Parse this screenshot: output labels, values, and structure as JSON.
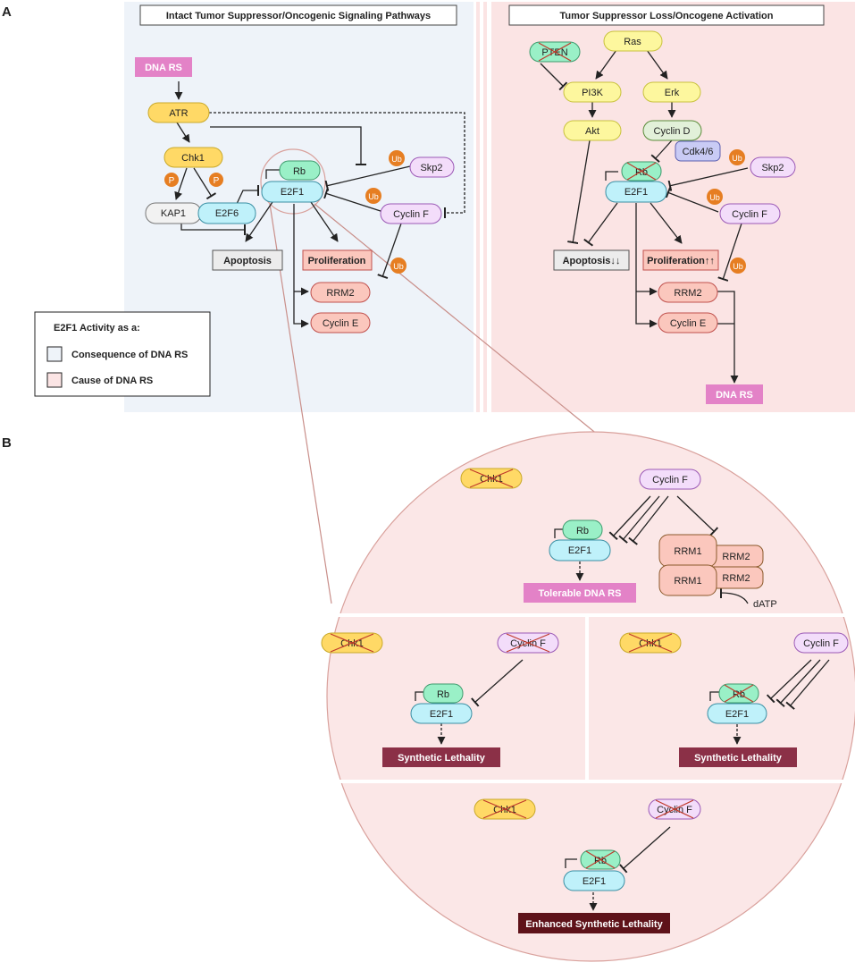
{
  "panel_a": {
    "letter": "A",
    "left_title": "Intact Tumor Suppressor/Oncogenic Signaling Pathways",
    "right_title": "Tumor Suppressor Loss/Oncogene Activation",
    "left": {
      "dna_rs": "DNA RS",
      "atr": "ATR",
      "chk1": "Chk1",
      "p": "P",
      "kap1": "KAP1",
      "e2f6": "E2F6",
      "rb": "Rb",
      "e2f1": "E2F1",
      "skp2": "Skp2",
      "cyclin_f": "Cyclin F",
      "ub": "Ub",
      "apoptosis": "Apoptosis",
      "proliferation": "Proliferation",
      "rrm2": "RRM2",
      "cyclin_e": "Cyclin E"
    },
    "right": {
      "pten": "PTEN",
      "ras": "Ras",
      "pi3k": "PI3K",
      "erk": "Erk",
      "akt": "Akt",
      "cyclin_d": "Cyclin D",
      "cdk46": "Cdk4/6",
      "rb": "Rb",
      "e2f1": "E2F1",
      "skp2": "Skp2",
      "cyclin_f": "Cyclin F",
      "ub": "Ub",
      "apoptosis": "Apoptosis↓↓",
      "proliferation": "Proliferation↑↑",
      "rrm2": "RRM2",
      "cyclin_e": "Cyclin E",
      "dna_rs": "DNA RS"
    },
    "legend": {
      "title": "E2F1 Activity as a:",
      "items": [
        "Consequence of DNA RS",
        "Cause  of DNA RS"
      ]
    }
  },
  "panel_b": {
    "letter": "B",
    "top": {
      "chk1": "Chk1",
      "cyclin_f": "Cyclin F",
      "rb": "Rb",
      "e2f1": "E2F1",
      "rrm1_a": "RRM1",
      "rrm2_a": "RRM2",
      "rrm1_b": "RRM1",
      "rrm2_b": "RRM2",
      "datp": "dATP",
      "result": "Tolerable DNA RS"
    },
    "mid_left": {
      "chk1": "Chk1",
      "cyclin_f": "Cyclin F",
      "rb": "Rb",
      "e2f1": "E2F1",
      "result": "Synthetic Lethality"
    },
    "mid_right": {
      "chk1": "Chk1",
      "cyclin_f": "Cyclin F",
      "rb": "Rb",
      "e2f1": "E2F1",
      "result": "Synthetic Lethality"
    },
    "bottom": {
      "chk1": "Chk1",
      "cyclin_f": "Cyclin F",
      "rb": "Rb",
      "e2f1": "E2F1",
      "result": "Enhanced Synthetic Lethality"
    }
  },
  "colors": {
    "panel_consequence": "#eef3f9",
    "panel_cause": "#fbe4e4",
    "circle_fill": "#fbe7e7",
    "circle_stroke": "#d9a19c",
    "yellow_fill": "#fdf79e",
    "yellow_stroke": "#c9c23e",
    "chk1_fill": "#ffd966",
    "rb_fill": "#9af0c7",
    "e2f1_fill": "#bff1fa",
    "purple_fill": "#f3ddfa",
    "salmon_fill": "#fbc7bd",
    "ub_fill": "#e67e22",
    "dna_rs_fill": "#e382c7",
    "synthetic_lethality": "#8b3047",
    "enhanced_synthetic_lethality": "#5e1219"
  }
}
